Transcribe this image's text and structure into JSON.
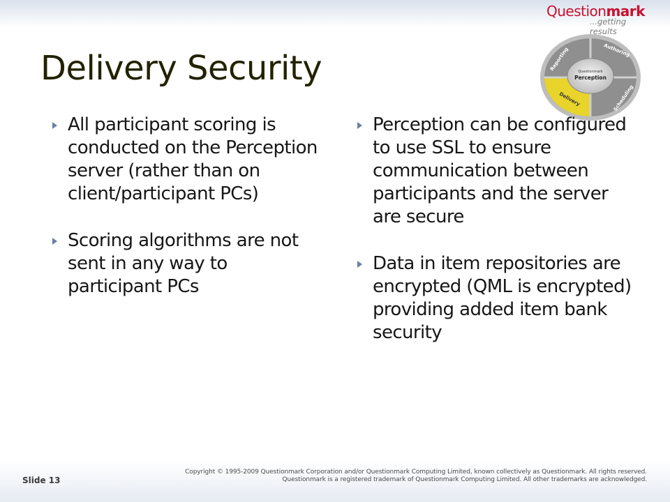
{
  "logo": {
    "word_regular": "Question",
    "word_bold": "mark",
    "tagline": "...getting results"
  },
  "cycle_graphic": {
    "segments": [
      "Authoring",
      "Scheduling",
      "Delivery",
      "Reporting"
    ],
    "center_small": "Questionmark",
    "center_main": "Perception",
    "colors": {
      "ring": "#9a9a9a",
      "highlight": "#e8d42a",
      "center": "#d8d8d8"
    }
  },
  "slide": {
    "title": "Delivery Security",
    "left_bullets": [
      "All participant scoring is conducted on the Perception server (rather than on client/participant PCs)",
      "Scoring algorithms are not sent in any way to participant PCs"
    ],
    "right_bullets": [
      "Perception can be configured to use SSL to ensure communication between participants and the server are secure",
      "Data in item repositories are encrypted (QML is encrypted) providing added item bank security"
    ]
  },
  "footer": {
    "slide_number": "Slide 13",
    "copyright_line1": "Copyright © 1995-2009 Questionmark Corporation and/or Questionmark Computing Limited, known collectively as Questionmark. All rights reserved.",
    "copyright_line2": "Questionmark is a registered trademark of Questionmark Computing Limited. All other trademarks are acknowledged."
  }
}
